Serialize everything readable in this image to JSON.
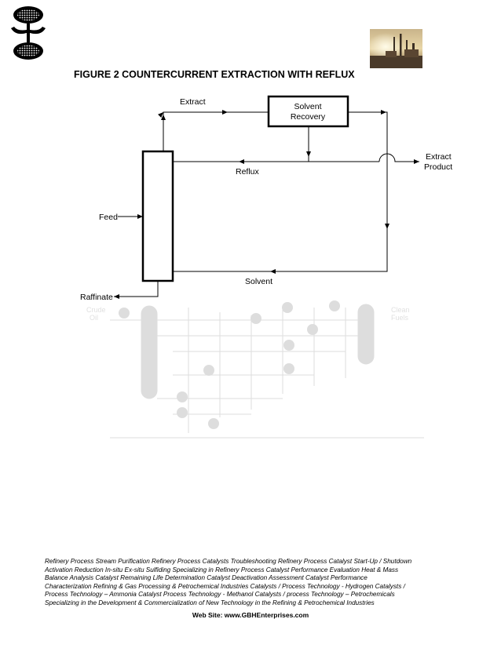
{
  "figure": {
    "title": "FIGURE 2 COUNTERCURRENT EXTRACTION WITH REFLUX"
  },
  "diagram": {
    "labels": {
      "extract": "Extract",
      "solvent_recovery_line1": "Solvent",
      "solvent_recovery_line2": "Recovery",
      "extract_product_line1": "Extract",
      "extract_product_line2": "Product",
      "reflux": "Reflux",
      "feed": "Feed",
      "solvent": "Solvent",
      "raffinate": "Raffinate"
    }
  },
  "background_watermark": {
    "labels": {
      "crude_oil_line1": "Crude",
      "crude_oil_line2": "Oil",
      "clean_fuels_line1": "Clean",
      "clean_fuels_line2": "Fuels"
    }
  },
  "footer": {
    "lines": [
      "Refinery Process Stream Purification Refinery Process Catalysts Troubleshooting Refinery Process Catalyst Start-Up / Shutdown",
      " Activation   Reduction  In-situ  Ex-situ Sulfiding Specializing in Refinery Process Catalyst Performance Evaluation Heat & Mass",
      " Balance Analysis  Catalyst Remaining Life Determination  Catalyst Deactivation Assessment  Catalyst Performance",
      "Characterization  Refining  & Gas Processing &  Petrochemical Industries  Catalysts / Process Technology - Hydrogen  Catalysts /",
      "Process Technology – Ammonia  Catalyst Process Technology - Methanol  Catalysts / process Technology – Petrochemicals",
      "Specializing in the Development  & Commercialization of New Technology in the Refining &   Petrochemical Industries"
    ],
    "website": "Web Site: www.GBHEnterprises.com"
  }
}
